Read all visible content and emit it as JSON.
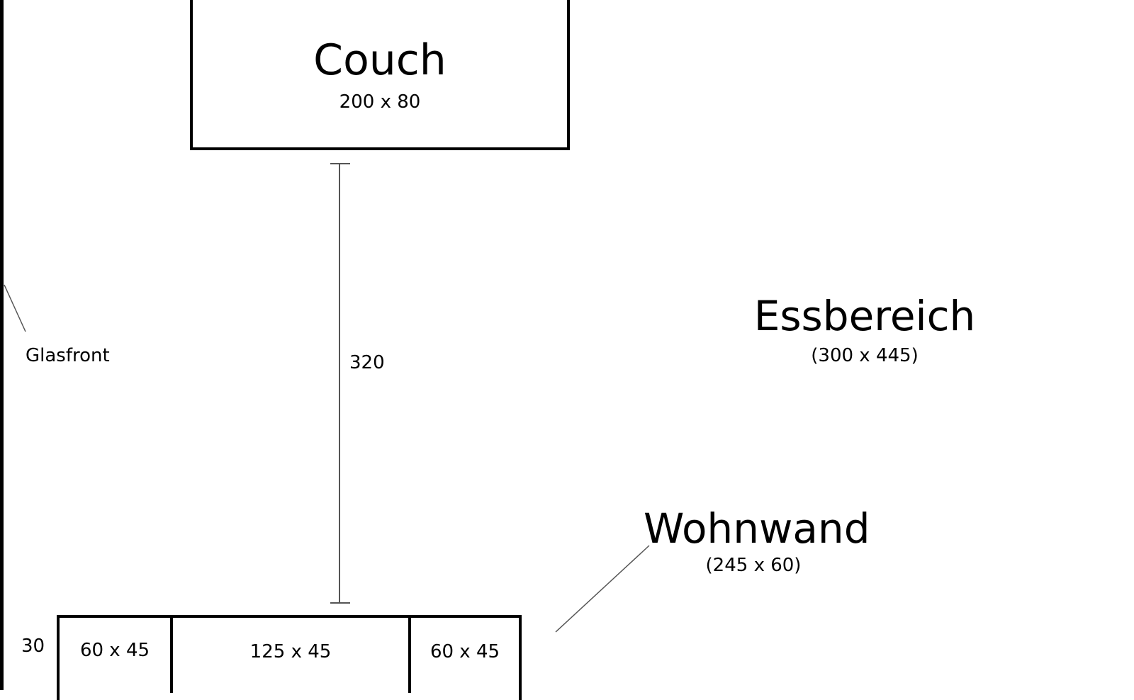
{
  "couch": {
    "title": "Couch",
    "dimensions": "200 x 80"
  },
  "distance": {
    "label": "320"
  },
  "glasfront": {
    "label": "Glasfront"
  },
  "essbereich": {
    "title": "Essbereich",
    "dimensions": "(300 x 445)"
  },
  "wohnwand": {
    "title": "Wohnwand",
    "dimensions": "(245 x 60)",
    "offset_label": "30",
    "segments": [
      {
        "label": "60 x 45"
      },
      {
        "label": "125 x 45"
      },
      {
        "label": "60 x 45"
      }
    ]
  }
}
